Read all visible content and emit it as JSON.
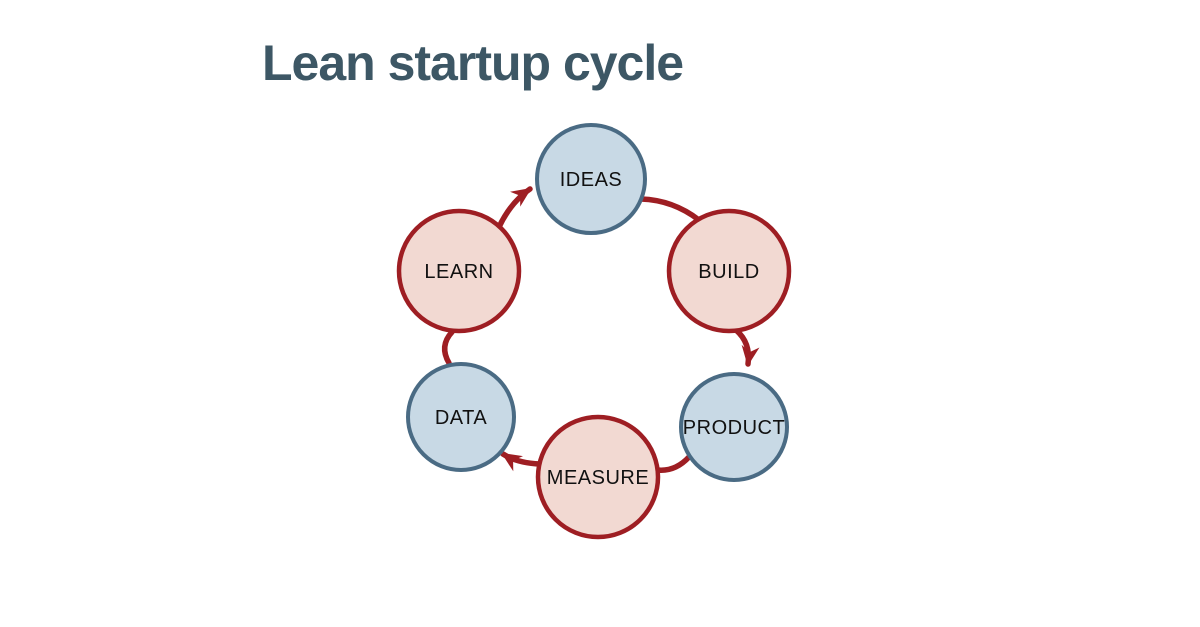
{
  "title": {
    "text": "Lean startup cycle"
  },
  "colors": {
    "title": "#3d5765",
    "background": "#ffffff",
    "node_blue_fill": "#c8d9e5",
    "node_blue_border": "#4a6b84",
    "node_pink_fill": "#f2d9d2",
    "node_pink_border": "#9e1e23",
    "arrow": "#9e1e23",
    "label": "#111111"
  },
  "diagram": {
    "nodes": [
      {
        "id": "ideas",
        "label": "IDEAS",
        "kind": "blue"
      },
      {
        "id": "build",
        "label": "BUILD",
        "kind": "pink"
      },
      {
        "id": "product",
        "label": "PRODUCT",
        "kind": "blue"
      },
      {
        "id": "measure",
        "label": "MEASURE",
        "kind": "pink"
      },
      {
        "id": "data",
        "label": "DATA",
        "kind": "blue"
      },
      {
        "id": "learn",
        "label": "LEARN",
        "kind": "pink"
      }
    ],
    "flow": [
      "IDEAS",
      "BUILD",
      "PRODUCT",
      "MEASURE",
      "DATA",
      "LEARN",
      "IDEAS"
    ],
    "arrowhead_links": [
      "LEARN→IDEAS",
      "BUILD→PRODUCT",
      "MEASURE→DATA"
    ]
  }
}
